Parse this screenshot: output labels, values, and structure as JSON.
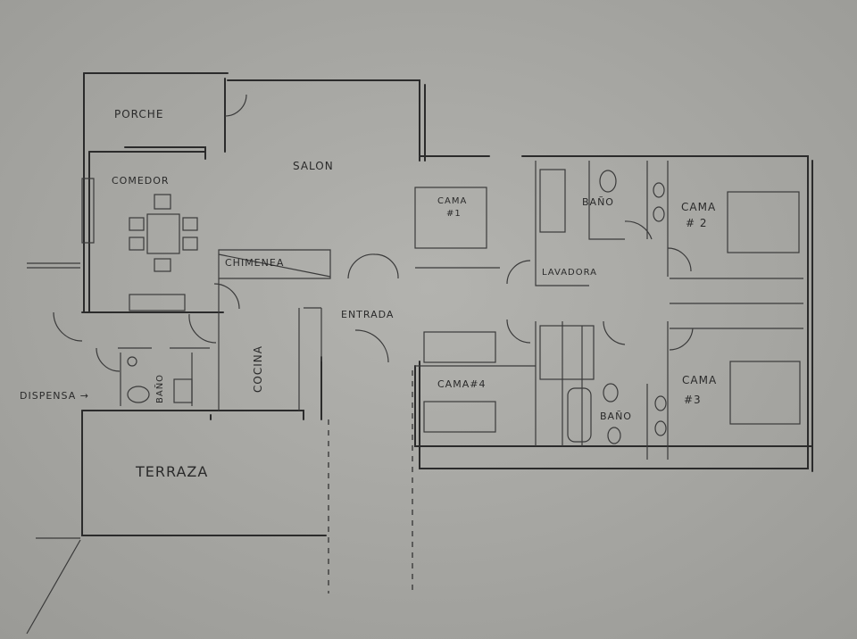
{
  "plan": {
    "rooms": {
      "porche": "PORCHE",
      "salon": "SALON",
      "comedor": "COMEDOR",
      "chimenea": "CHIMENEA",
      "entrada": "ENTRADA",
      "cocina": "COCINA",
      "bano_left": "BAÑO",
      "dispensa": "DISPENSA →",
      "terraza": "TERRAZA",
      "cama1_a": "CAMA",
      "cama1_b": "#1",
      "bano_top": "BAÑO",
      "cama2_a": "CAMA",
      "cama2_b": "# 2",
      "lavadora": "LAVADORA",
      "cama4": "CAMA#4",
      "bano_bottom": "BAÑO",
      "cama3_a": "CAMA",
      "cama3_b": "#3"
    },
    "colors": {
      "paper": "#a7a7a3",
      "pencil": "#2b2b2b"
    }
  }
}
